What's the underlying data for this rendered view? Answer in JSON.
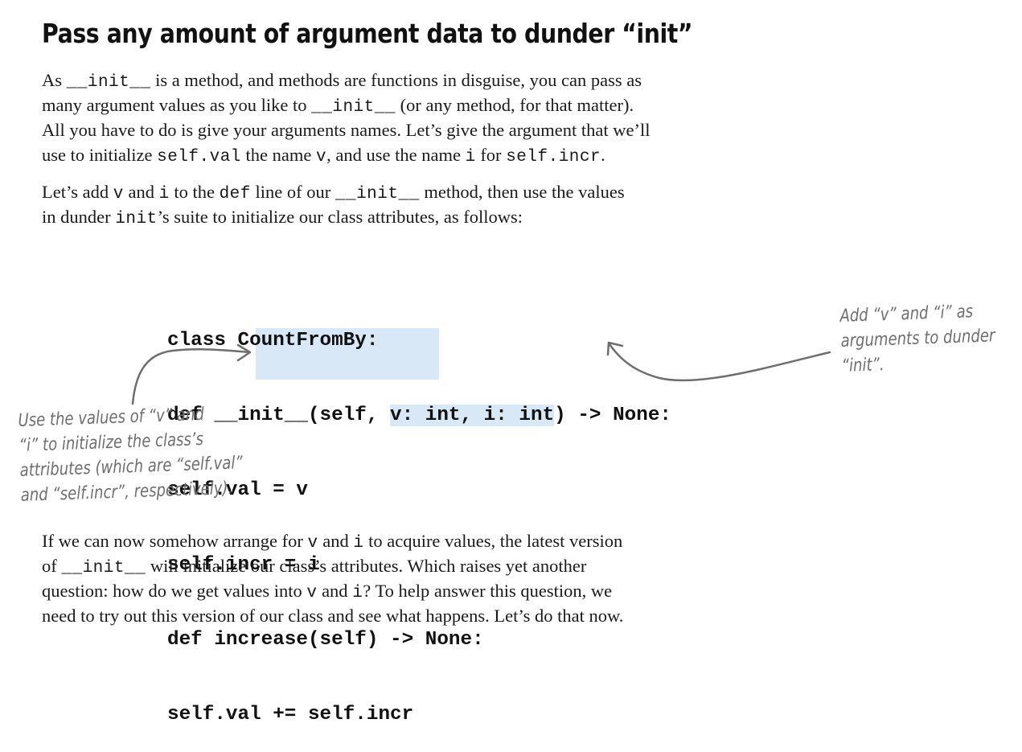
{
  "heading": "Pass any amount of argument data to dunder “init”",
  "para1": {
    "l1": {
      "a": "As ",
      "b": "__init__",
      "c": " is a method, and methods are functions in disguise, you can pass as"
    },
    "l2": {
      "a": "many argument values as you like to ",
      "b": "__init__",
      "c": " (or any method, for that matter)."
    },
    "l3": {
      "a": "All you have to do is give your arguments names. Let’s give the argument that we’ll"
    },
    "l4": {
      "a": "use to initialize ",
      "b": "self.val",
      "c": " the name ",
      "d": "v",
      "e": ", and use the name ",
      "f": "i",
      "g": " for ",
      "h": "self.incr",
      "i": "."
    }
  },
  "para2": {
    "l1": {
      "a": "Let’s add ",
      "b": "v",
      "c": " and ",
      "d": "i",
      "e": " to the ",
      "f": "def",
      "g": " line of our ",
      "h": "__init__",
      "i": " method, then use the values"
    },
    "l2": {
      "a": "in dunder ",
      "b": "init",
      "c": "’s suite to initialize our class attributes, as follows:"
    }
  },
  "code": {
    "l1": "class CountFromBy:",
    "l2": {
      "a": "    def __init__(self, ",
      "b": "v: int, i: int",
      "c": ") -> None:"
    },
    "l3": "        self.val = v",
    "l4": "        self.incr = i",
    "l5": "    def increase(self) -> None:",
    "l6": "        self.val += self.incr"
  },
  "annotations": {
    "left": [
      "Use the values of “v” and",
      "“i” to initialize the class’s",
      "attributes (which are “self.val”",
      "and “self.incr”, respectively)."
    ],
    "right": [
      "Add “v” and “i” as",
      "arguments to dunder",
      "“init”."
    ]
  },
  "para3": {
    "l1": {
      "a": "If we can now somehow arrange for ",
      "b": "v",
      "c": " and ",
      "d": "i",
      "e": " to acquire values, the latest version"
    },
    "l2": {
      "a": "of ",
      "b": "__init__",
      "c": " will initialize our class’s attributes. Which raises yet another"
    },
    "l3": {
      "a": "question: how do we get values into ",
      "b": "v",
      "c": " and ",
      "d": "i",
      "e": "? To help answer this question, we"
    },
    "l4": {
      "a": "need to try out this version of our class and see what happens. Let’s do that now."
    }
  },
  "colors": {
    "highlight": "#d8e8f6",
    "annotation": "#6e6e6e",
    "text": "#1a1a1a"
  }
}
